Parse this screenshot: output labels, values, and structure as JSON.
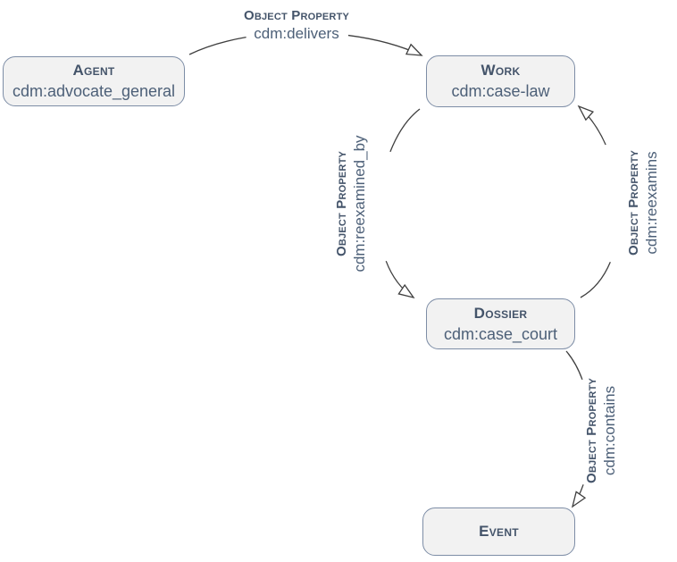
{
  "diagram": {
    "nodes": [
      {
        "title": "Agent",
        "subtitle": "cdm:advocate_general"
      },
      {
        "title": "Work",
        "subtitle": "cdm:case-law"
      },
      {
        "title": "Dossier",
        "subtitle": "cdm:case_court"
      },
      {
        "title": "Event",
        "subtitle": ""
      }
    ],
    "edges": [
      {
        "type_label": "Object Property",
        "property": "cdm:delivers",
        "from": "Agent",
        "to": "Work"
      },
      {
        "type_label": "Object Property",
        "property": "cdm:reexamined_by",
        "from": "Work",
        "to": "Dossier"
      },
      {
        "type_label": "Object Property",
        "property": "cdm:reexamins",
        "from": "Dossier",
        "to": "Work"
      },
      {
        "type_label": "Object Property",
        "property": "cdm:contains",
        "from": "Dossier",
        "to": "Event"
      }
    ],
    "colors": {
      "background": "#ffffff",
      "node-fill": "#f2f2f2",
      "node-border": "#7d8da6",
      "title-text": "#44546a",
      "secondary-text": "#4d6078",
      "edge-line": "#3f3f3f"
    }
  }
}
